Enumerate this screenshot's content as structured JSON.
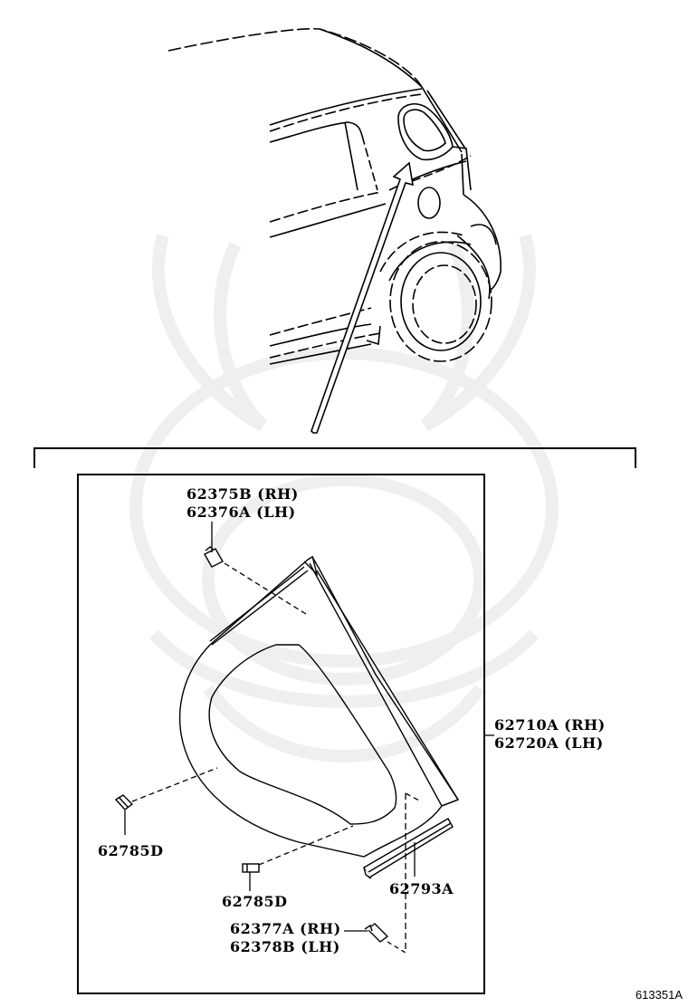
{
  "diagram": {
    "type": "exploded-parts-diagram",
    "subject": "Rear quarter window / quarter panel trim",
    "reference_id": "613351A",
    "parts": [
      {
        "id": "p1",
        "lines": [
          "62375B (RH)",
          "62376A (LH)"
        ]
      },
      {
        "id": "p2",
        "lines": [
          "62710A (RH)",
          "62720A (LH)"
        ]
      },
      {
        "id": "p3",
        "lines": [
          "62785D"
        ]
      },
      {
        "id": "p4",
        "lines": [
          "62785D"
        ]
      },
      {
        "id": "p5",
        "lines": [
          "62793A"
        ]
      },
      {
        "id": "p6",
        "lines": [
          "62377A (RH)",
          "62378B (LH)"
        ]
      }
    ],
    "colors": {
      "line": "#000000",
      "background": "#ffffff",
      "watermark": "#d8d8d8"
    }
  }
}
